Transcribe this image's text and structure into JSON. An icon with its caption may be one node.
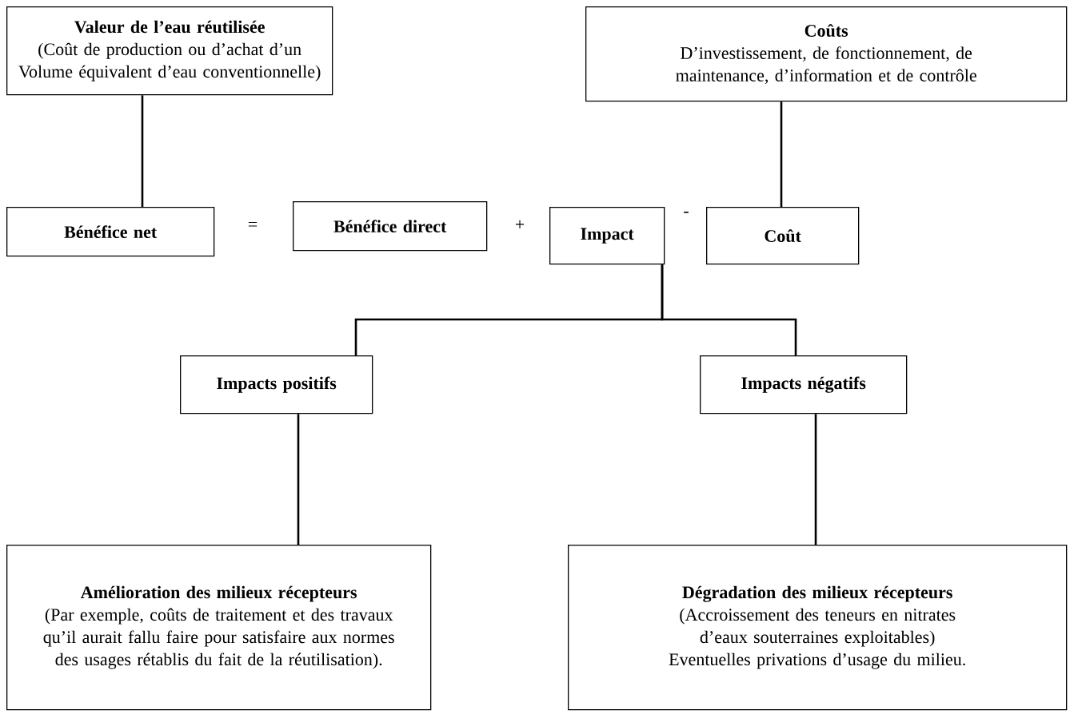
{
  "diagram": {
    "nodes": [
      {
        "text": [
          "Valeur de l’eau réutilisée",
          "(Coût de production ou d’achat d’un Volume équivalent d’eau conventionnelle)"
        ]
      },
      {
        "text": [
          "Coûts",
          "D’investissement, de fonctionnement, de maintenance, d’information et de contrôle"
        ]
      },
      {
        "text": [
          "Bénéfice net"
        ]
      },
      {
        "text": [
          "Bénéfice direct"
        ]
      },
      {
        "text": [
          "Impact"
        ]
      },
      {
        "text": [
          "Coût"
        ]
      },
      {
        "text": [
          "Impacts positifs"
        ]
      },
      {
        "text": [
          "Impacts négatifs"
        ]
      },
      {
        "text": [
          "Amélioration des milieux récepteurs",
          "(Par exemple, coûts de traitement et des travaux qu’il aurait fallu faire pour satisfaire aux normes des usages rétablis du fait de la réutilisation)."
        ]
      },
      {
        "text": [
          "Dégradation des milieux récepteurs",
          "(Accroissement des teneurs en nitrates d’eaux souterraines exploitables)",
          "Eventuelles privations d’usage du milieu."
        ]
      }
    ],
    "edges": [
      {
        "from": 0,
        "to": 2,
        "arrow": "none"
      },
      {
        "from": 1,
        "to": 5,
        "arrow": "none"
      },
      {
        "from": 4,
        "to": 6,
        "arrow": "none"
      },
      {
        "from": 4,
        "to": 7,
        "arrow": "none"
      },
      {
        "from": 6,
        "to": 8,
        "arrow": "none"
      },
      {
        "from": 7,
        "to": 9,
        "arrow": "none"
      }
    ],
    "labels": [
      "=",
      "+",
      "-"
    ]
  }
}
